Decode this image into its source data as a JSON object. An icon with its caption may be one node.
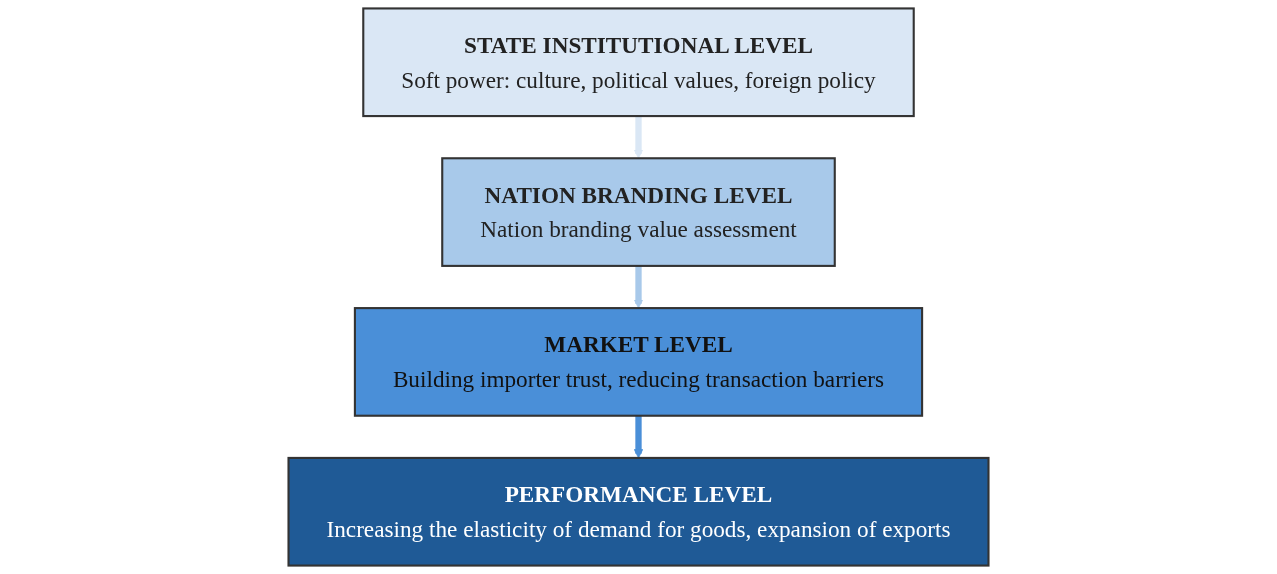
{
  "diagram": {
    "nodes": [
      {
        "text": [
          "STATE INSTITUTIONAL LEVEL",
          "Soft power: culture, political values, foreign policy"
        ]
      },
      {
        "text": [
          "NATION BRANDING LEVEL",
          "Nation branding value assessment"
        ]
      },
      {
        "text": [
          "MARKET LEVEL",
          "Building importer trust, reducing transaction barriers"
        ]
      },
      {
        "text": [
          "PERFORMANCE LEVEL",
          "Increasing the elasticity of demand for goods, expansion of exports"
        ]
      }
    ],
    "edges": [
      {
        "from": 0,
        "to": 1,
        "arrow": "to",
        "color": "#dae7f5"
      },
      {
        "from": 1,
        "to": 2,
        "arrow": "to",
        "color": "#a8c9ea"
      },
      {
        "from": 2,
        "to": 3,
        "arrow": "to",
        "color": "#4a8fd8"
      }
    ]
  }
}
